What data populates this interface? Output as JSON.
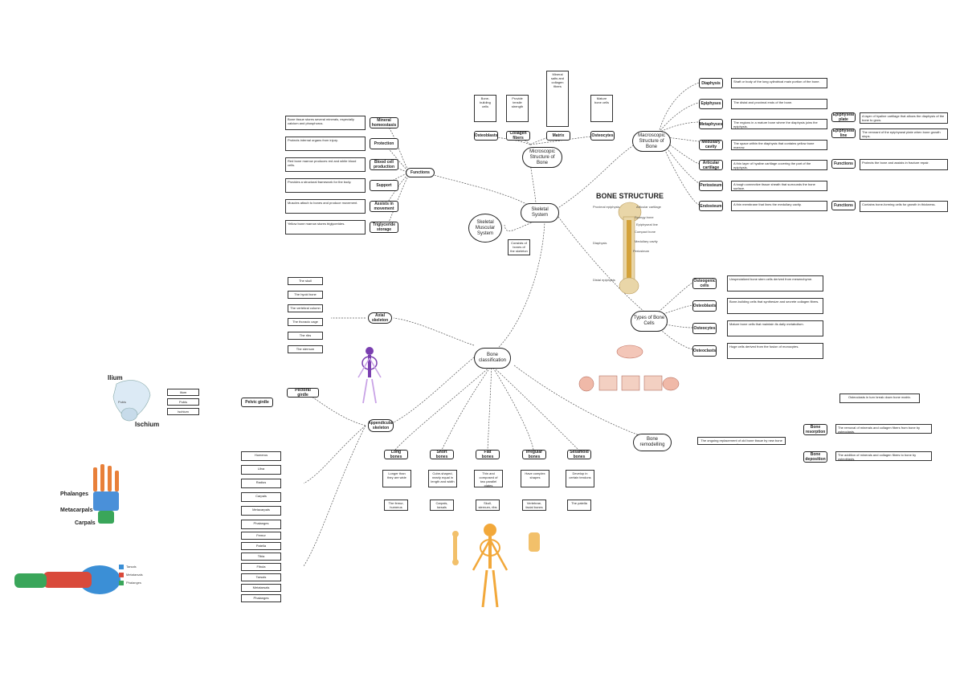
{
  "central": {
    "skeletal_system": "Skeletal System",
    "skeletal_muscular_system": "Skeletal Muscular System",
    "bone_classification": "Bone classification",
    "microscopic_structure": "Microscopic Structure of Bone",
    "macroscopic_structure": "Macroscopic Structure of Bone",
    "types_of_bone_cells": "Types of Bone Cells",
    "bone_remodelling": "Bone remodelling",
    "functions": "Functions",
    "axial_skeleton": "Axial skeleton",
    "appendicular_skeleton": "Appendicular skeleton",
    "skeletal_note": "Consists of bones of the skeleton"
  },
  "functions": [
    {
      "name": "Mineral homeostasis",
      "desc": "Bone tissue stores several minerals, especially calcium and phosphorus."
    },
    {
      "name": "Protection",
      "desc": "Protects internal organs from injury."
    },
    {
      "name": "Blood cell production",
      "desc": "Red bone marrow produces red and white blood cells."
    },
    {
      "name": "Support",
      "desc": "Provides a structural framework for the body."
    },
    {
      "name": "Assists in movement",
      "desc": "Muscles attach to bones and produce movement."
    },
    {
      "name": "Triglyceride storage",
      "desc": "Yellow bone marrow stores triglycerides."
    }
  ],
  "microscopic": [
    {
      "name": "Osteoblasts",
      "desc": "Bone-building cells"
    },
    {
      "name": "Collagen fibers",
      "desc": "Provide tensile strength"
    },
    {
      "name": "Matrix",
      "desc": "Mineral salts and collagen fibers"
    },
    {
      "name": "Osteocytes",
      "desc": "Mature bone cells"
    }
  ],
  "macroscopic": {
    "title": "BONE STRUCTURE",
    "parts": [
      {
        "name": "Diaphysis",
        "desc": "Shaft or body of the long cylindrical main portion of the bone."
      },
      {
        "name": "Epiphyses",
        "desc": "The distal and proximal ends of the bone."
      },
      {
        "name": "Metaphyses",
        "desc": "The regions in a mature bone where the diaphysis joins the epiphysis."
      },
      {
        "name": "Medullary cavity",
        "desc": "The space within the diaphysis that contains yellow bone marrow."
      },
      {
        "name": "Articular cartilage",
        "desc": "A thin layer of hyaline cartilage covering the part of the epiphysis."
      },
      {
        "name": "Periosteum",
        "desc": "A tough connective tissue sheath that surrounds the bone surface."
      },
      {
        "name": "Endosteum",
        "desc": "A thin membrane that lines the medullary cavity."
      }
    ],
    "side": [
      {
        "name": "Epiphyseal plate",
        "desc": "A layer of hyaline cartilage that allows the diaphysis of the bone to grow."
      },
      {
        "name": "Epiphyseal line",
        "desc": "The remnant of the epiphyseal plate when bone growth stops."
      },
      {
        "name": "Functions",
        "desc": "Protects the bone and assists in fracture repair."
      },
      {
        "name": "Functions",
        "desc": "Contains bone-forming cells for growth in thickness."
      }
    ],
    "bone_labels": [
      "Proximal epiphysis",
      "Articular cartilage",
      "Spongy bone",
      "Epiphyseal line",
      "Compact bone",
      "Medullary cavity",
      "Periosteum",
      "Diaphysis",
      "Distal epiphysis"
    ]
  },
  "bone_cells": [
    {
      "name": "Osteogenic cells",
      "desc": "Unspecialized bone stem cells derived from mesenchyme."
    },
    {
      "name": "Osteoblasts",
      "desc": "Bone-building cells that synthesize and secrete collagen fibers."
    },
    {
      "name": "Osteocytes",
      "desc": "Mature bone cells that maintain its daily metabolism."
    },
    {
      "name": "Osteoclasts",
      "desc": "Huge cells derived from the fusion of monocytes."
    }
  ],
  "cell_note": "Osteoclasts in turn break down bone matrix.",
  "remodelling": {
    "desc": "The ongoing replacement of old bone tissue by new bone tissue.",
    "items": [
      {
        "name": "Bone resorption",
        "desc": "The removal of minerals and collagen fibers from bone by osteoclasts."
      },
      {
        "name": "Bone deposition",
        "desc": "The addition of minerals and collagen fibers to bone by osteoblasts."
      }
    ]
  },
  "classification": [
    {
      "name": "Long bones",
      "desc": "Longer than they are wide",
      "eg": "The femur, humerus"
    },
    {
      "name": "Short bones",
      "desc": "Cube-shaped, nearly equal in length and width",
      "eg": "Carpals, tarsals"
    },
    {
      "name": "Flat bones",
      "desc": "Thin and composed of two parallel plates",
      "eg": "Skull, sternum, ribs"
    },
    {
      "name": "Irregular bones",
      "desc": "Have complex shapes",
      "eg": "Vertebrae, facial bones"
    },
    {
      "name": "Sesamoid bones",
      "desc": "Develop in certain tendons",
      "eg": "The patella"
    }
  ],
  "axial": [
    "The skull",
    "The hyoid bone",
    "The vertebral column",
    "The thoracic cage",
    "The ribs",
    "The sternum"
  ],
  "appendicular": {
    "girdles": [
      "Pectoral girdle",
      "Pelvic girdle"
    ],
    "upper_limb": [
      "Humerus",
      "Ulna",
      "Radius",
      "Carpals",
      "Metacarpals",
      "Phalanges"
    ],
    "lower_limb": [
      "Femur",
      "Patella",
      "Tibia",
      "Fibula",
      "Tarsals",
      "Metatarsals",
      "Phalanges"
    ],
    "pelvis": [
      "Ilium",
      "Pubis",
      "Ischium"
    ]
  },
  "image_labels": {
    "ilium": "Ilium",
    "pubis": "Pubis",
    "ischium": "Ischium",
    "phalanges": "Phalanges",
    "metacarpals": "Metacarpals",
    "carpals": "Carpals",
    "tarsals": "Tarsals",
    "metatarsals": "Metatarsals",
    "phalanges_foot": "Phalanges"
  },
  "colors": {
    "skeleton_axial": "#7a3fb0",
    "skeleton_body": "#f2a83a",
    "hand_blue": "#4a90d9",
    "hand_orange": "#e8803a",
    "foot_blue": "#3b8fd6",
    "foot_red": "#d94a3b",
    "foot_green": "#3aa65a",
    "bone_tan": "#e9d6a8"
  }
}
